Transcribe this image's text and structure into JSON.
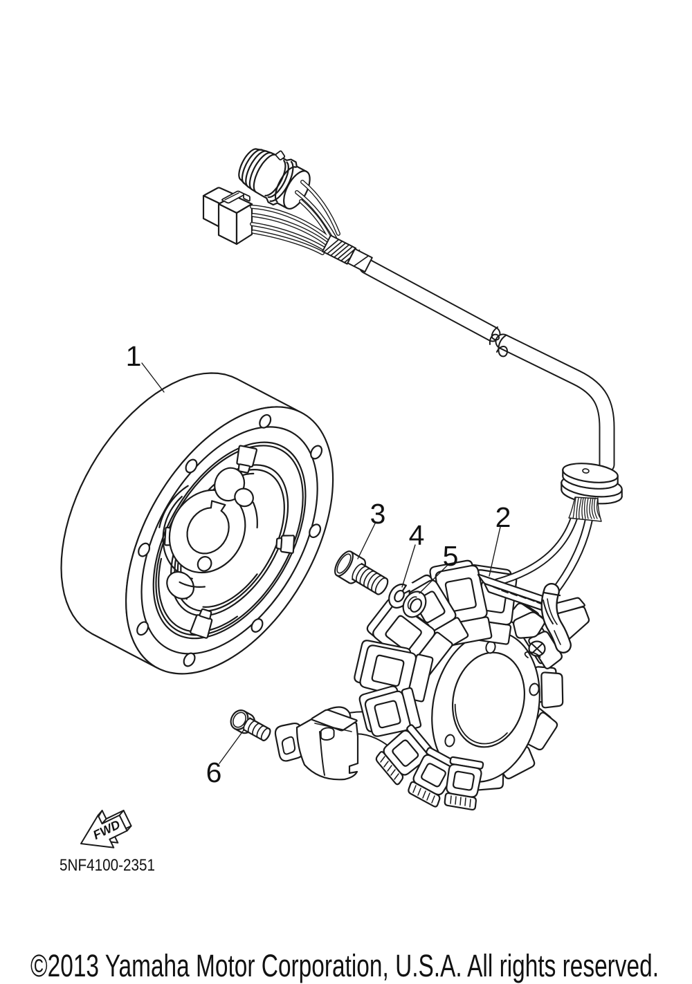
{
  "page": {
    "background": "#ffffff",
    "line_color": "#1a1a1a"
  },
  "callouts": {
    "c1": {
      "label": "1"
    },
    "c2": {
      "label": "2"
    },
    "c3": {
      "label": "3"
    },
    "c4": {
      "label": "4"
    },
    "c5": {
      "label": "5"
    },
    "c6": {
      "label": "6"
    }
  },
  "fwd": {
    "label": "FWD"
  },
  "footer": {
    "diagram_code": "5NF4100-2351",
    "copyright": "©2013 Yamaha Motor Corporation, U.S.A. All rights reserved."
  }
}
